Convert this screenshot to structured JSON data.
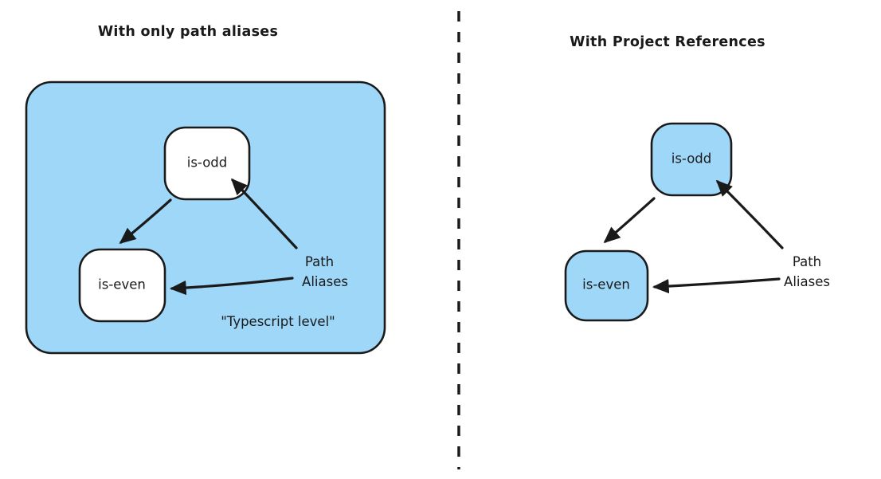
{
  "colors": {
    "stroke": "#1a1a1a",
    "container_fill": "#9ed7f7",
    "node_fill_white": "#ffffff",
    "node_fill_blue": "#9ed7f7",
    "background": "#ffffff"
  },
  "left_panel": {
    "title": "With only path aliases",
    "container_label": "\"Typescript level\"",
    "node_is_odd": "is-odd",
    "node_is_even": "is-even",
    "annotation_line1": "Path",
    "annotation_line2": "Aliases"
  },
  "right_panel": {
    "title": "With Project References",
    "node_is_odd": "is-odd",
    "node_is_even": "is-even",
    "annotation_line1": "Path",
    "annotation_line2": "Aliases"
  }
}
